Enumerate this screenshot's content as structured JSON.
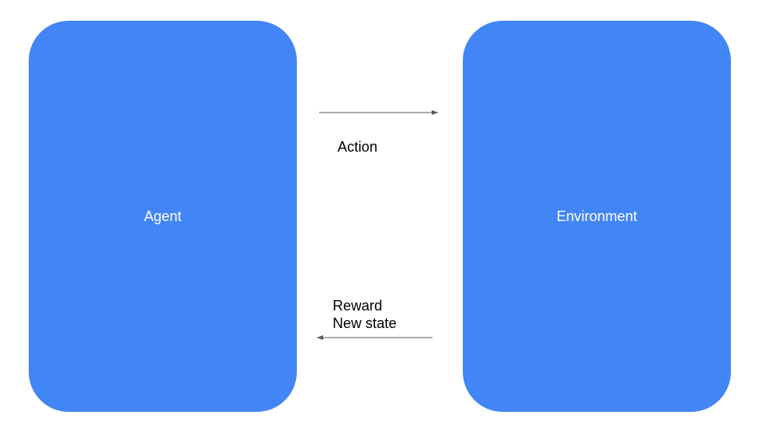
{
  "nodes": {
    "agent": {
      "label": "Agent",
      "color": "#4285f4"
    },
    "environment": {
      "label": "Environment",
      "color": "#4285f4"
    }
  },
  "edges": {
    "action": {
      "label": "Action",
      "from": "agent",
      "to": "environment"
    },
    "feedback": {
      "label_line1": "Reward",
      "label_line2": "New state",
      "from": "environment",
      "to": "agent"
    }
  },
  "colors": {
    "box_fill": "#4285f4",
    "box_text": "#ffffff",
    "arrow": "#595959",
    "edge_text": "#000000"
  }
}
